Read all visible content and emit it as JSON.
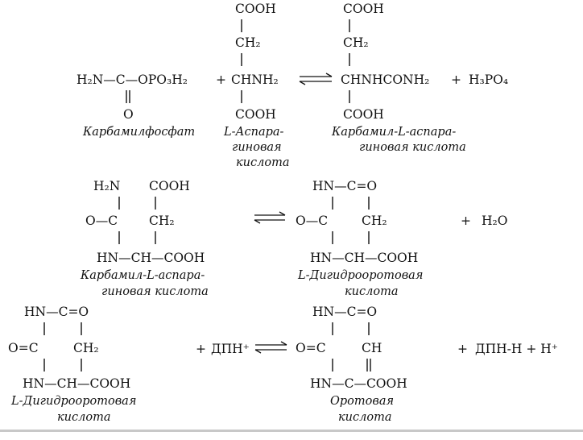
{
  "reaction1": {
    "cp_formula": "H₂N—C—OPO₃H₂",
    "cp_oxygen": "O",
    "plus1": "+",
    "asp_cooh_top": "COOH",
    "asp_ch2": "CH₂",
    "asp_chnh2": "CHNH₂",
    "asp_cooh_bottom": "COOH",
    "cas_cooh_top": "COOH",
    "cas_ch2": "CH₂",
    "cas_center": "CHNHCONH₂",
    "plus2": "+",
    "h3po4": "H₃PO₄",
    "cas_cooh_bottom": "COOH",
    "caption_cp": "Карбамилфосфат",
    "caption_asp": [
      "L-Аспара-",
      "гиновая",
      "кислота"
    ],
    "caption_cas": [
      "Карбамил-L-аспара-",
      "гиновая кислота"
    ]
  },
  "reaction2": {
    "cas_h2n": "H₂N",
    "cas_cooh": "COOH",
    "cas_oc": "O—C",
    "cas_ch2": "CH₂",
    "cas_bottom": "HN—CH—COOH",
    "caption_cas": [
      "Карбамил-L-аспара-",
      "гиновая кислота"
    ],
    "dho_top": "HN—C=O",
    "dho_oc": "O—C",
    "dho_ch2": "CH₂",
    "dho_bottom": "HN—CH—COOH",
    "caption_dho": [
      "L-Дигидрооротовая",
      "кислота"
    ],
    "plus": "+",
    "water": "H₂O"
  },
  "reaction3": {
    "dho_top": "HN—C=O",
    "dho_oc": "O=C",
    "dho_ch2": "CH₂",
    "dho_bottom": "HN—CH—COOH",
    "caption_dho": [
      "L-Дигидрооротовая",
      "кислота"
    ],
    "plus1": "+",
    "dpn": "ДПН⁺",
    "oro_top": "HN—C=O",
    "oro_oc": "O=C",
    "oro_ch": "CH",
    "oro_bottom": "HN—C—COOH",
    "caption_oro": [
      "Оротовая",
      "кислота"
    ],
    "plus2": "+",
    "products": "ДПН-Н + H⁺"
  }
}
